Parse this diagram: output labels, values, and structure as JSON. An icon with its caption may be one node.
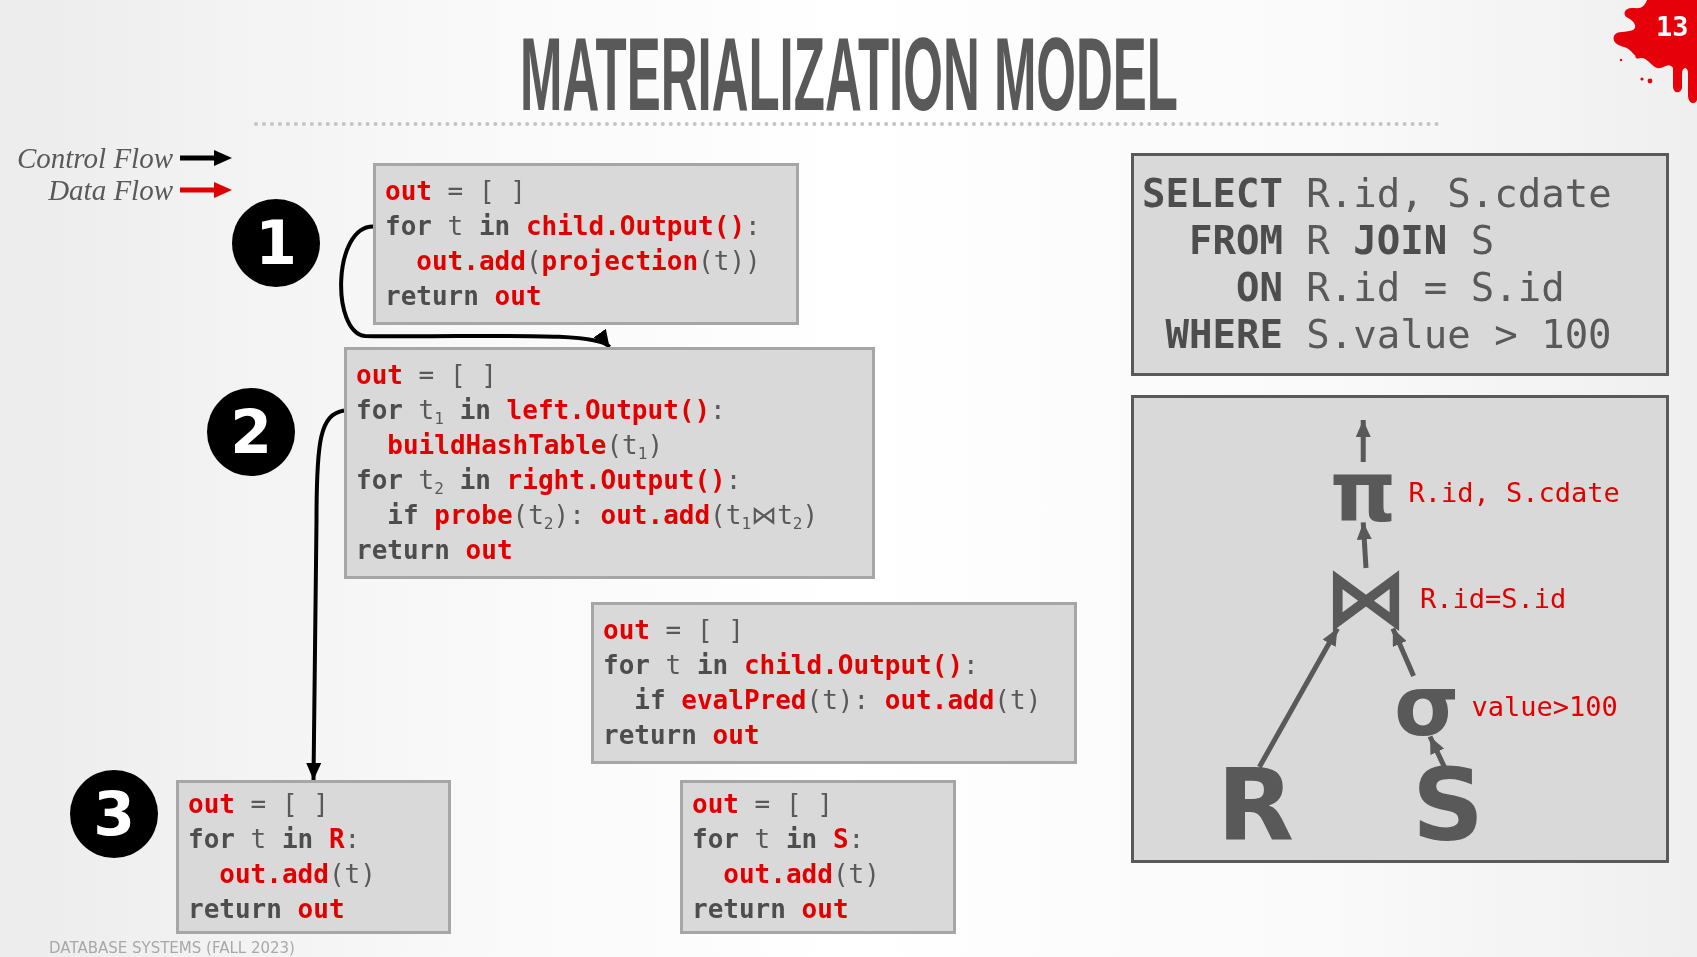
{
  "diagram": {
    "title": "MATERIALIZATION MODEL",
    "nodes": [
      {
        "text": [
          "1"
        ]
      },
      {
        "text": [
          "**out** = [ ]",
          "**for** t **in** **child.Output()**:",
          "**out.add**(**projection**(t))",
          "**return** **out**"
        ]
      },
      {
        "text": [
          "2"
        ]
      },
      {
        "text": [
          "**out** = [ ]",
          "**for** t$_{1}$ **in** **left.Output()**:",
          "**buildHashTable**(t$_{1}$)",
          "**for** t$_{2}$ **in** **right.Output()**:",
          "**if** **probe**(t$_{2}$): **out.add**(t$_{1}$⋈t$_{2}$)",
          "**return** **out**"
        ]
      },
      {
        "text": [
          "**out** = [ ]",
          "**for** t **in** **child.Output()**:",
          "**if** **evalPred**(t): **out.add**(t)",
          "**return** **out**"
        ]
      },
      {
        "text": [
          "3"
        ]
      },
      {
        "text": [
          "**out** = [ ]",
          "**for** t **in** **R**:",
          "**out.add**(t)",
          "**return** **out**"
        ]
      },
      {
        "text": [
          "**out** = [ ]",
          "**for** t **in** **S**:",
          "**out.add**(t)",
          "**return** **out**"
        ]
      },
      {
        "text": [
          "**SELECT** R.id, S.cdate",
          "**FROM** R **JOIN** S",
          "**ON** R.id = S.id",
          "**WHERE** S.value > 100"
        ]
      },
      {
        "text": [],
        "shape": "box"
      },
      {
        "text": [
          "π"
        ],
        "beside": [
          "R.id, S.cdate"
        ],
        "in": 9
      },
      {
        "text": [
          "⋈"
        ],
        "beside": [
          "R.id=S.id"
        ],
        "in": 9
      },
      {
        "text": [
          "σ"
        ],
        "beside": [
          "value>100"
        ],
        "in": 9
      },
      {
        "text": [
          "R"
        ],
        "in": 9
      },
      {
        "text": [
          "S"
        ],
        "in": 9
      }
    ],
    "edges": [
      {
        "from": 1,
        "to": 3,
        "arrow": "to",
        "color": "#000000"
      },
      {
        "from": 3,
        "to": 6,
        "arrow": "to",
        "color": "#000000"
      },
      {
        "from": 10,
        "to": null,
        "arrow": "to"
      },
      {
        "from": 11,
        "to": 10,
        "arrow": "to"
      },
      {
        "from": 13,
        "to": 11,
        "arrow": "to"
      },
      {
        "from": 12,
        "to": 11,
        "arrow": "to"
      },
      {
        "from": 14,
        "to": 12,
        "arrow": "to"
      }
    ],
    "labels": [
      "13",
      "DATABASE SYSTEMS (FALL 2023)"
    ],
    "legend": [
      {
        "text": "Control Flow"
      },
      {
        "text": "Data Flow"
      }
    ]
  }
}
